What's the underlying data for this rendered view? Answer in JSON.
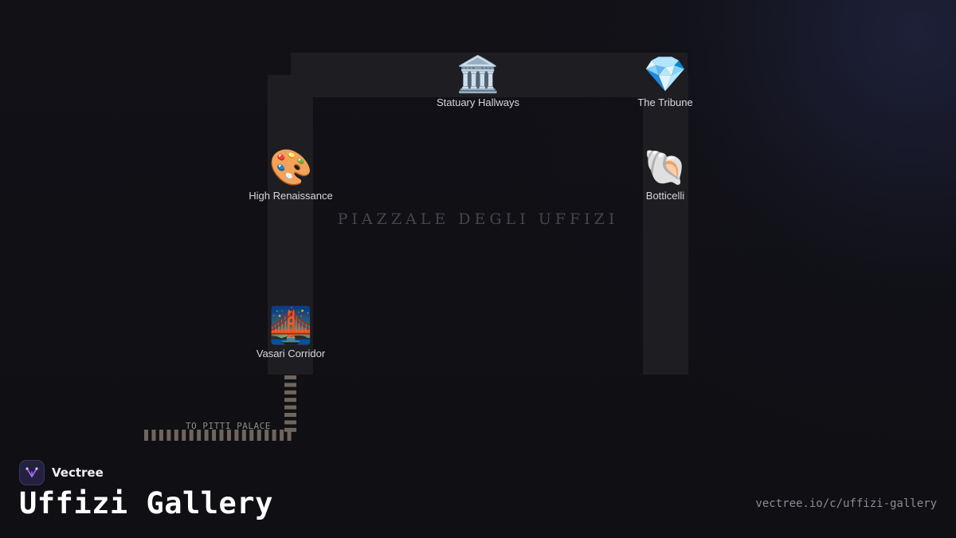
{
  "map": {
    "piazza_label": "PIAZZALE DEGLI UFFIZI",
    "corridor_label": "TO PITTI PALACE",
    "rooms": [
      {
        "name": "Statuary Hallways",
        "icon": "classical-building-icon",
        "glyph": "🏛️"
      },
      {
        "name": "The Tribune",
        "icon": "gem-icon",
        "glyph": "💎"
      },
      {
        "name": "High Renaissance",
        "icon": "artist-palette-icon",
        "glyph": "🎨"
      },
      {
        "name": "Botticelli",
        "icon": "spiral-shell-icon",
        "glyph": "🐚"
      },
      {
        "name": "Vasari Corridor",
        "icon": "bridge-at-night-icon",
        "glyph": "🌉"
      }
    ]
  },
  "brand": {
    "name": "Vectree",
    "icon": "vectree-logo-icon"
  },
  "title": "Uffizi Gallery",
  "url": "vectree.io/c/uffizi-gallery",
  "colors": {
    "background": "#111116",
    "wing": "#1d1d22",
    "corridor_track": "#6f655c",
    "accent": "#a259ff"
  }
}
